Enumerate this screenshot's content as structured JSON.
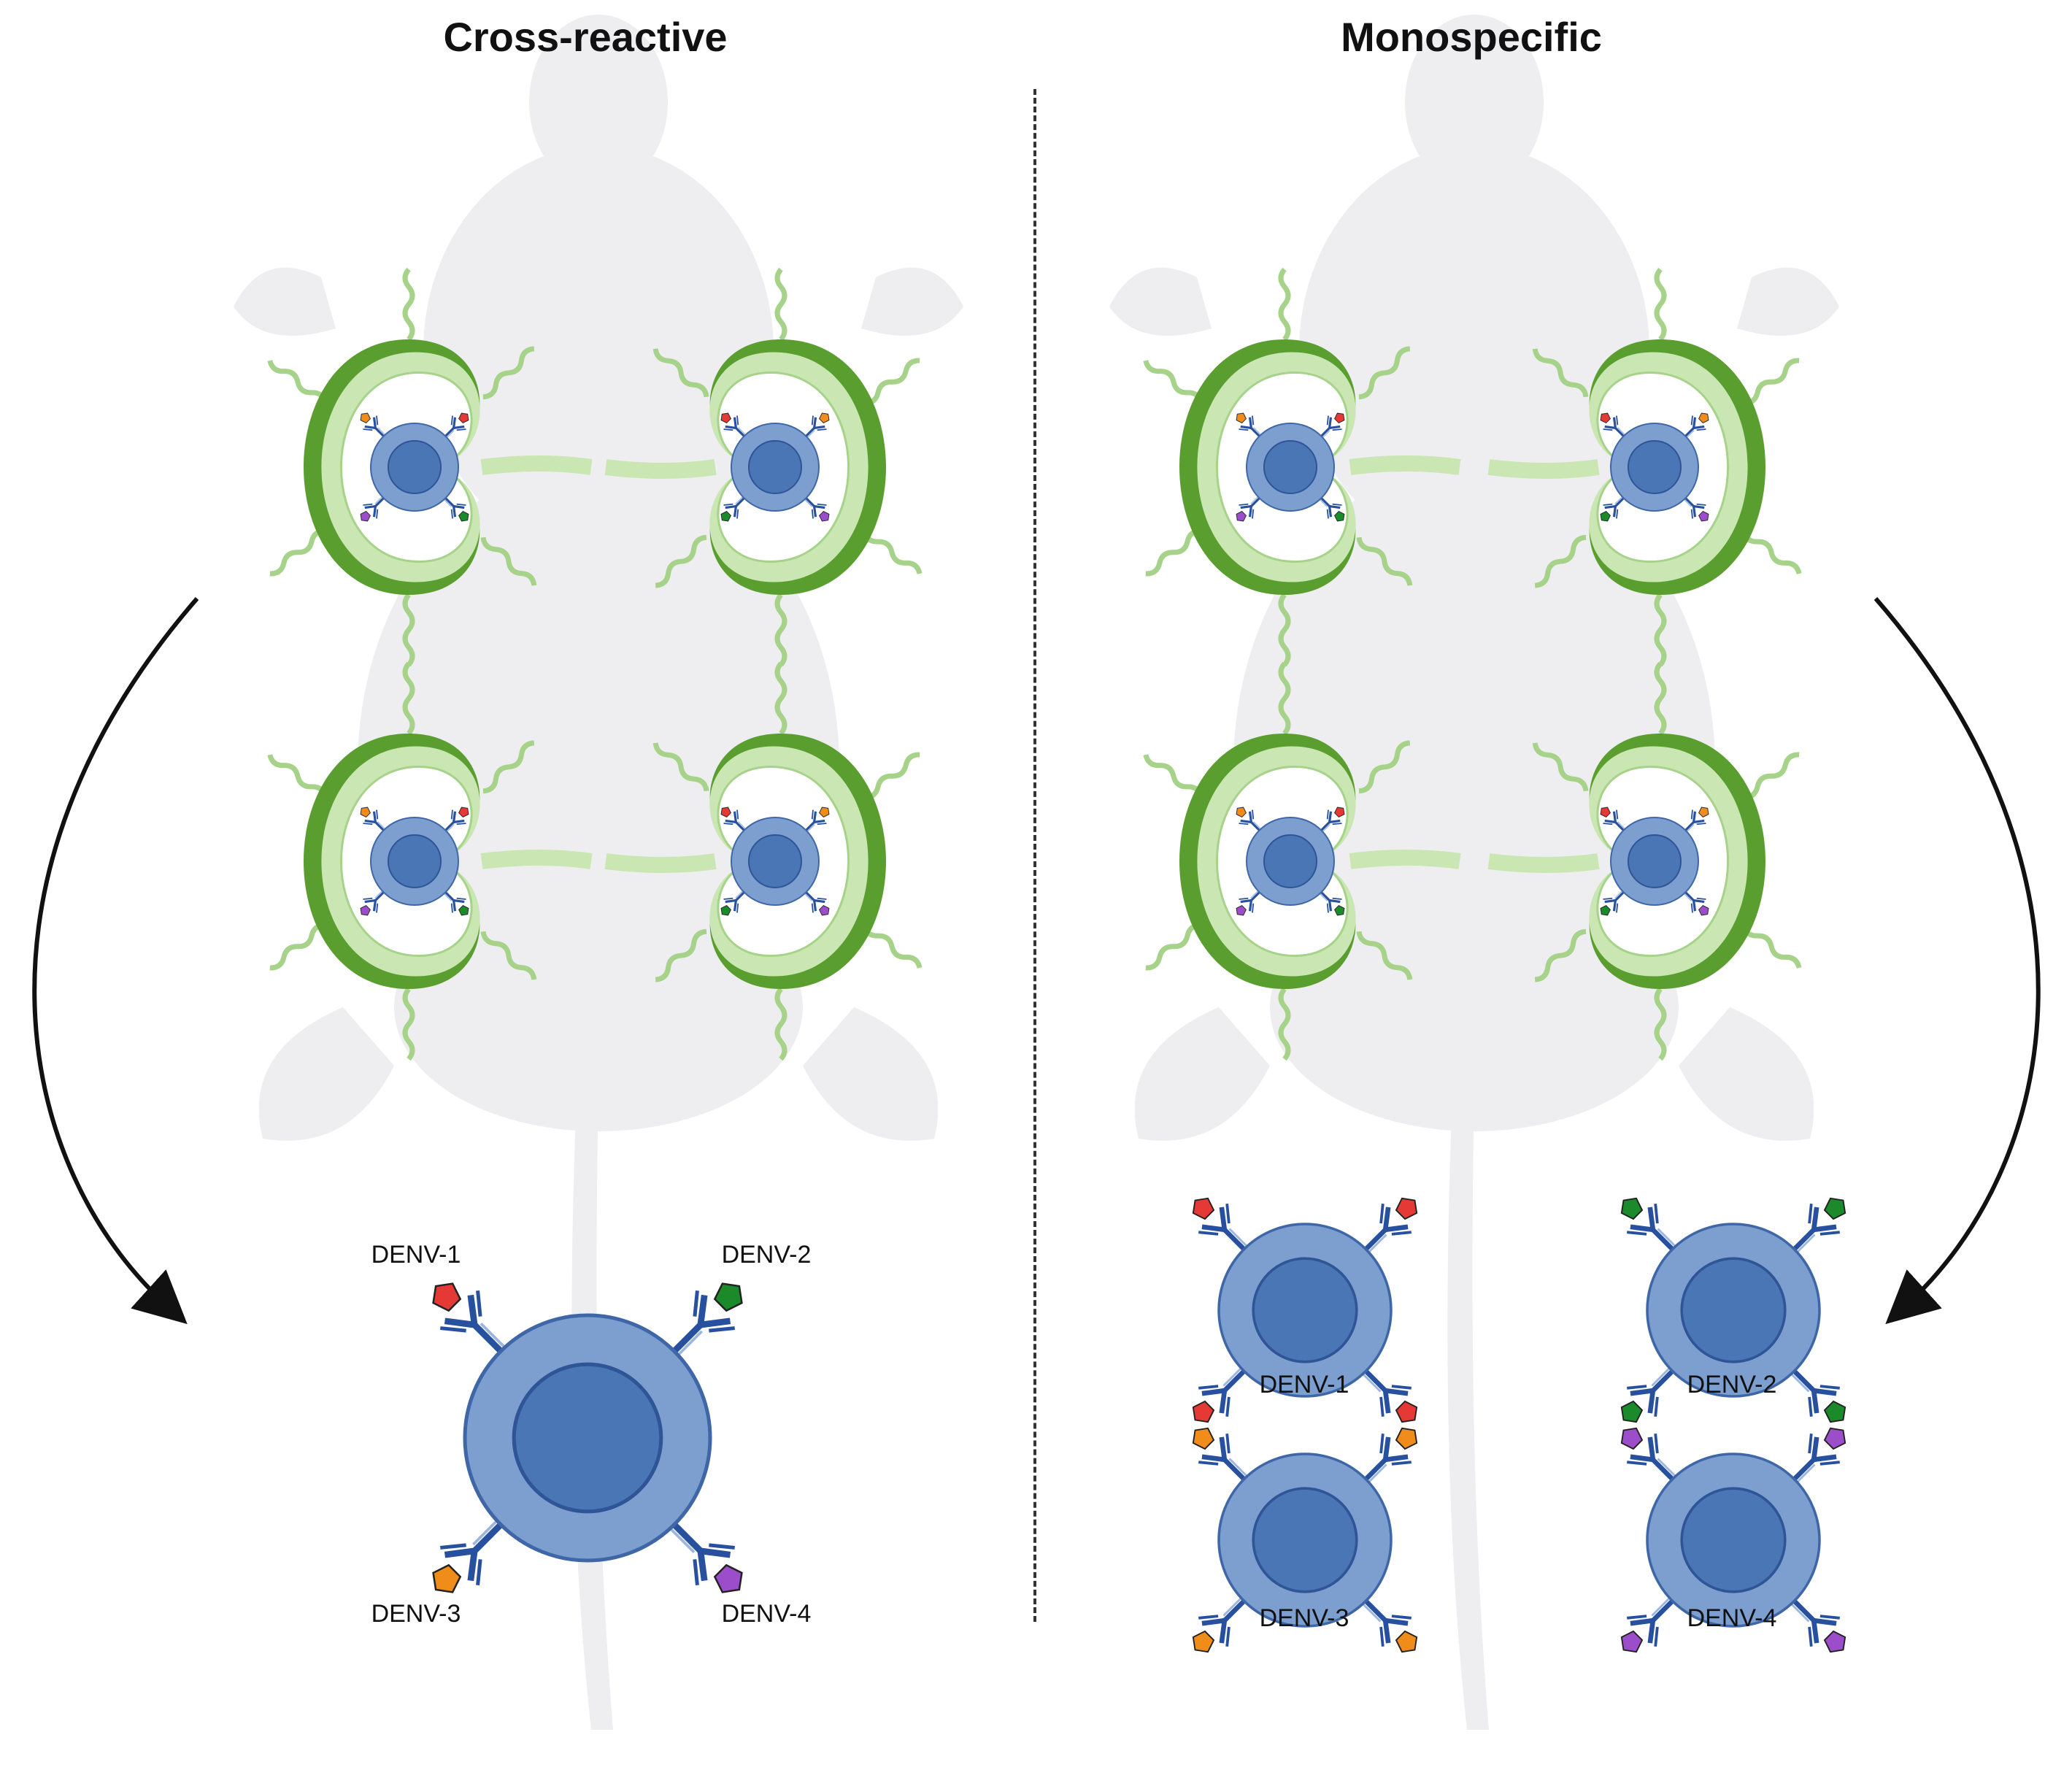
{
  "panels": {
    "left": {
      "title": "Cross-reactive",
      "labels": [
        "DENV-1",
        "DENV-2",
        "DENV-3",
        "DENV-4"
      ]
    },
    "right": {
      "title": "Monospecific",
      "labels": [
        "DENV-1",
        "DENV-2",
        "DENV-3",
        "DENV-4"
      ]
    }
  },
  "colors": {
    "serotype1": "#e53935",
    "serotype2": "#1b8a2a",
    "serotype3": "#f08c1a",
    "serotype4": "#9b4dca",
    "cell_outer": "#7c9fd0",
    "cell_inner": "#4a76b5",
    "antibody": "#27509e",
    "node_dark": "#5a9e2f",
    "node_light": "#e6f3d7",
    "mouse": "#eeeef0"
  },
  "icons": [
    "mouse-silhouette",
    "lymph-node-icon",
    "b-cell-icon",
    "antibody-icon",
    "virus-antigen-icon",
    "curved-arrow-icon"
  ]
}
